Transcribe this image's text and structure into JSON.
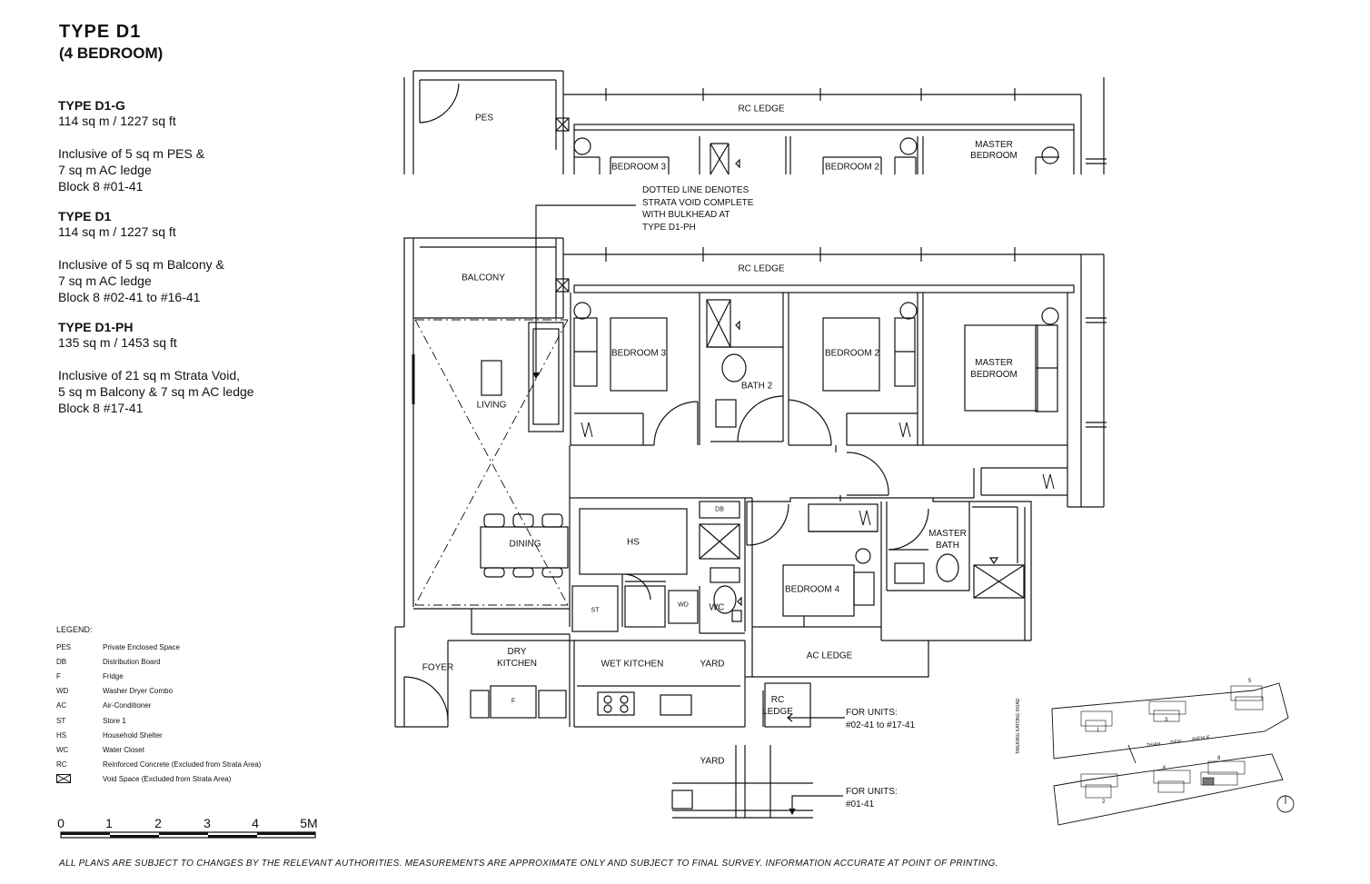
{
  "header": {
    "title": "TYPE  D1",
    "subtitle": "(4 BEDROOM)"
  },
  "types": [
    {
      "name": "TYPE D1-G",
      "area": "114 sq m / 1227 sq ft",
      "lines": [
        "Inclusive of 5 sq m PES &",
        "7 sq m AC ledge",
        "Block 8 #01-41"
      ]
    },
    {
      "name": "TYPE D1",
      "area": "114 sq m / 1227 sq ft",
      "lines": [
        "Inclusive of 5 sq m Balcony &",
        "7 sq m AC ledge",
        "Block 8 #02-41 to #16-41"
      ]
    },
    {
      "name": "TYPE D1-PH",
      "area": "135 sq m / 1453 sq ft",
      "lines": [
        "Inclusive of 21 sq m Strata Void,",
        "5 sq m Balcony & 7 sq m AC ledge",
        "Block 8 #17-41"
      ]
    }
  ],
  "legend": {
    "title": "LEGEND:",
    "items": [
      {
        "key": "PES",
        "value": "Private Enclosed Space"
      },
      {
        "key": "DB",
        "value": "Distribution Board"
      },
      {
        "key": "F",
        "value": "Fridge"
      },
      {
        "key": "WD",
        "value": "Washer Dryer Combo"
      },
      {
        "key": "AC",
        "value": "Air-Conditioner"
      },
      {
        "key": "ST",
        "value": "Store 1"
      },
      {
        "key": "HS",
        "value": "Household Shelter"
      },
      {
        "key": "WC",
        "value": "Water Closet"
      },
      {
        "key": "RC",
        "value": "Reinforced Concrete (Excluded from Strata Area)"
      },
      {
        "key": "",
        "value": "Void Space (Excluded from Strata Area)"
      }
    ]
  },
  "scale": {
    "labels": [
      "0",
      "1",
      "2",
      "3",
      "4",
      "5M"
    ]
  },
  "plan": {
    "rooms": {
      "pes": "PES",
      "rc_ledge_top": "RC LEDGE",
      "bedroom3_top": "BEDROOM 3",
      "bedroom2_top": "BEDROOM 2",
      "master_bedroom_top": "MASTER\nBEDROOM",
      "rc_ledge": "RC LEDGE",
      "balcony": "BALCONY",
      "living": "LIVING",
      "bedroom3": "BEDROOM 3",
      "bath2": "BATH 2",
      "bedroom2": "BEDROOM 2",
      "master_bedroom": "MASTER\nBEDROOM",
      "db": "DB",
      "dining": "DINING",
      "hs": "HS",
      "master_bath": "MASTER\nBATH",
      "bedroom4": "BEDROOM 4",
      "st": "ST",
      "wd": "WD",
      "wc": "WC",
      "ac_ledge": "AC LEDGE",
      "foyer": "FOYER",
      "dry_kitchen": "DRY\nKITCHEN",
      "wet_kitchen": "WET KITCHEN",
      "yard": "YARD",
      "fridge": "F",
      "rc_ledge_bottom": "RC\nLEDGE",
      "yard_bottom": "YARD"
    },
    "notes": {
      "void_note": "DOTTED LINE DENOTES\nSTRATA VOID COMPLETE\nWITH BULKHEAD AT\nTYPE D1-PH",
      "units_a": "FOR UNITS:\n#02-41 to #17-41",
      "units_b": "FOR UNITS:\n#01-41"
    }
  },
  "site_plan": {
    "road_labels": [
      "TANJONG KATONG ROAD",
      "THIAM",
      "SIEW",
      "AVENUE"
    ],
    "block_numbers": [
      "1",
      "2",
      "3",
      "5",
      "6",
      "8"
    ]
  },
  "footer": "ALL PLANS ARE SUBJECT TO CHANGES BY THE RELEVANT AUTHORITIES. MEASUREMENTS ARE APPROXIMATE ONLY AND SUBJECT TO FINAL SURVEY. INFORMATION ACCURATE AT POINT OF PRINTING."
}
